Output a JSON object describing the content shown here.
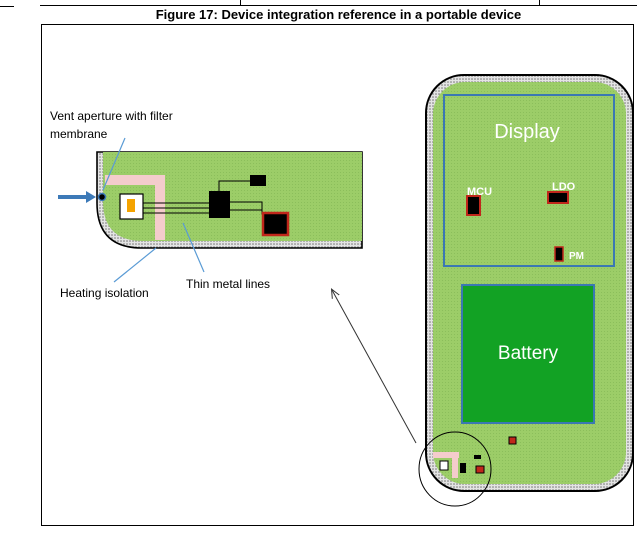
{
  "figure": {
    "caption": "Figure 17: Device integration reference in a portable device"
  },
  "callouts": {
    "vent_line1": "Vent aperture with filter",
    "vent_line2": "membrane",
    "heating_isolation": "Heating isolation",
    "thin_metal_lines": "Thin metal lines"
  },
  "device": {
    "display_label": "Display",
    "mcu_label": "MCU",
    "ldo_label": "LDO",
    "pm_label": "PM",
    "battery_label": "Battery"
  },
  "colors": {
    "board_green": "#99cc66",
    "battery_green": "#12a224",
    "display_border": "#3b78b3",
    "chip_red": "#c0271b",
    "arrow_blue": "#3d7ab8",
    "isolation_pink": "#f4cccc"
  }
}
